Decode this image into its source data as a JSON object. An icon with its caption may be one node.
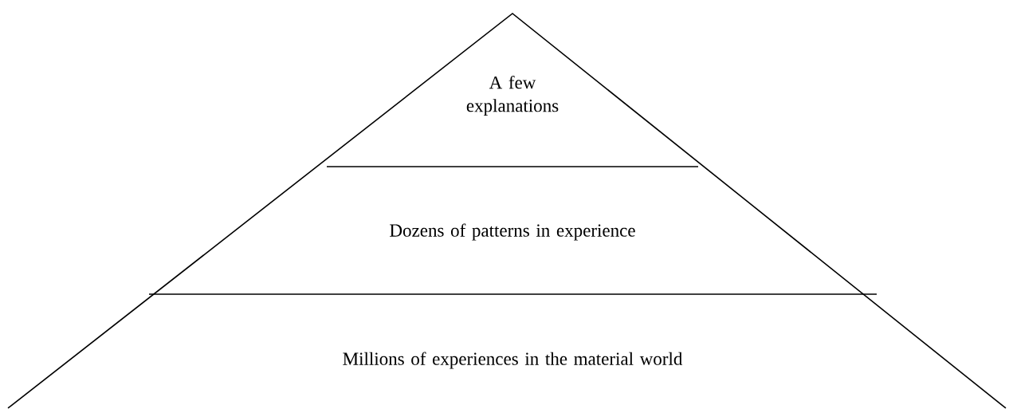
{
  "diagram": {
    "nodes": [
      {
        "text": [
          "A few explanations"
        ]
      },
      {
        "text": [
          "Dozens of patterns in experience"
        ]
      },
      {
        "text": [
          "Millions of experiences in the material world"
        ]
      }
    ]
  }
}
